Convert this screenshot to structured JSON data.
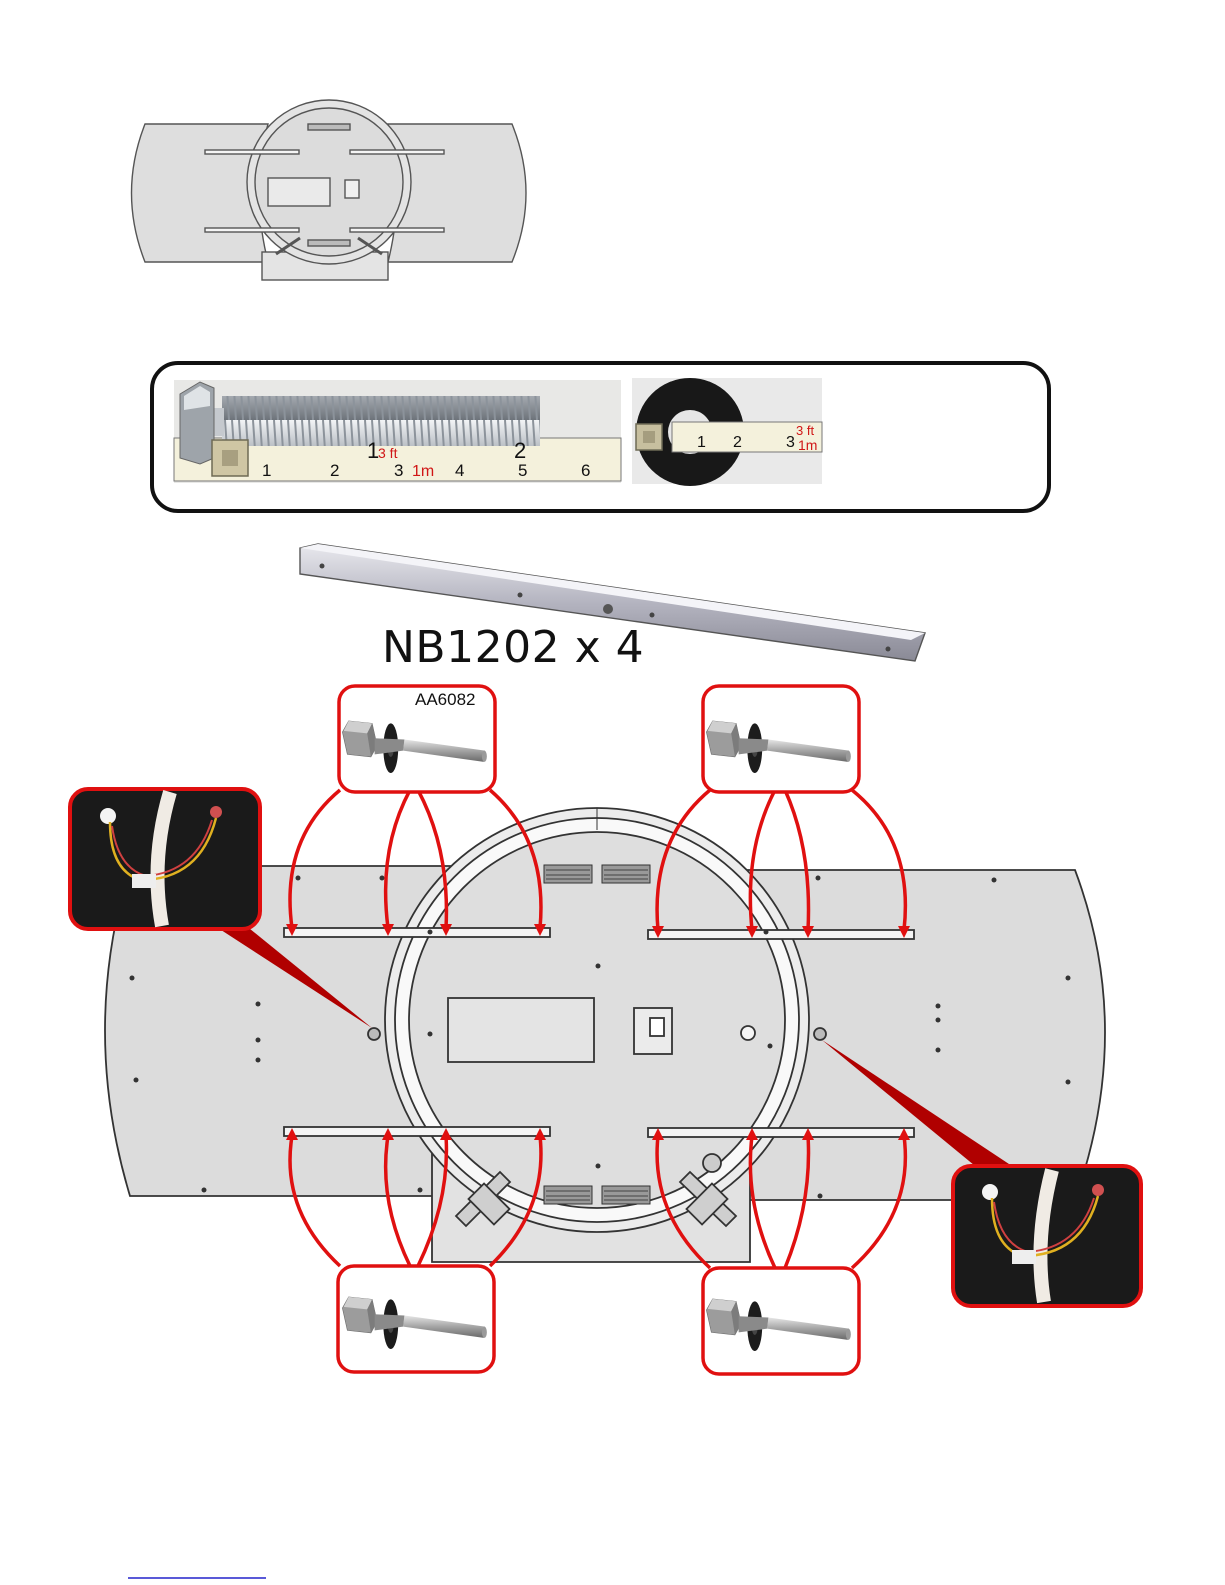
{
  "labels": {
    "rail_part": "NB1202 x 4",
    "bolt_part": "AA6082"
  },
  "tape_left": {
    "inch_marks": [
      "1",
      "2",
      "1",
      "3",
      "4",
      "2",
      "5",
      "6"
    ],
    "ft_label": "3 ft",
    "m_label": "1m"
  },
  "tape_right": {
    "inch_marks": [
      "1",
      "2",
      "3"
    ],
    "ft_label": "3 ft",
    "m_label": "1m"
  },
  "colors": {
    "callout": "#e01010",
    "panel": "#dcdcdc",
    "outline": "#444444"
  }
}
